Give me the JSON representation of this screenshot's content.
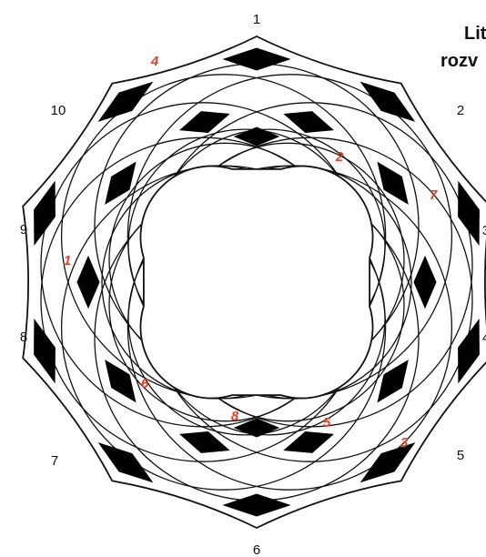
{
  "title": {
    "line1": "Lit",
    "line2": "rozv"
  },
  "sector_numbers": [
    "1",
    "2",
    "3",
    "4",
    "5",
    "6",
    "7",
    "8",
    "9",
    "10"
  ],
  "clue_numbers": [
    "1",
    "2",
    "3",
    "4",
    "5",
    "6",
    "7",
    "8"
  ],
  "colors": {
    "line": "#111111",
    "fill": "#000000",
    "clue": "#e8402a",
    "background": "#ffffff"
  }
}
